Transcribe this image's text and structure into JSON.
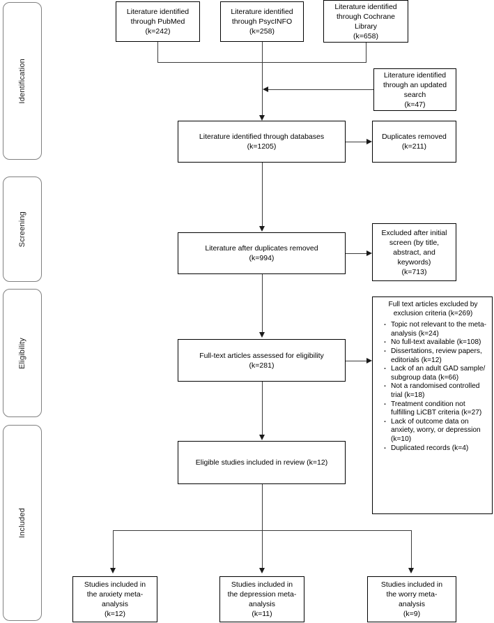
{
  "diagram": {
    "type": "prisma-flow-diagram",
    "title": "PRISMA study selection flow diagram"
  },
  "stages": [
    {
      "label": "Identification"
    },
    {
      "label": "Screening"
    },
    {
      "label": "Eligibility"
    },
    {
      "label": "Included"
    }
  ],
  "boxes": {
    "pubmed": {
      "line1": "Literature identified",
      "line2": "through PubMed",
      "line3": "(k=242)"
    },
    "psycinfo": {
      "line1": "Literature identified",
      "line2": "through PsycINFO",
      "line3": "(k=258)"
    },
    "cochrane": {
      "line1": "Literature identified",
      "line2": "through Cochrane",
      "line3": "Library",
      "line4": "(k=658)"
    },
    "updated": {
      "line1": "Literature identified",
      "line2": "through an updated",
      "line3": "search",
      "line4": "(k=47)"
    },
    "databases": {
      "line1": "Literature identified through databases",
      "line2": "(k=1205)"
    },
    "duplicates_removed": {
      "line1": "Duplicates removed",
      "line2": "(k=211)"
    },
    "after_duplicates": {
      "line1": "Literature after duplicates removed",
      "line2": "(k=994)"
    },
    "excluded_initial": {
      "line1": "Excluded after initial",
      "line2": "screen (by title,",
      "line3": "abstract, and",
      "line4": "keywords)",
      "line5": "(k=713)"
    },
    "fulltext_assessed": {
      "line1": "Full-text articles assessed for eligibility",
      "line2": "(k=281)"
    },
    "eligible_review": {
      "line1": "Eligible studies included in review (k=12)"
    },
    "anxiety_meta": {
      "line1": "Studies included in",
      "line2": "the anxiety meta-",
      "line3": "analysis",
      "line4": "(k=12)"
    },
    "depression_meta": {
      "line1": "Studies included in",
      "line2": "the depression meta-",
      "line3": "analysis",
      "line4": "(k=11)"
    },
    "worry_meta": {
      "line1": "Studies included in",
      "line2": "the worry meta-",
      "line3": "analysis",
      "line4": "(k=9)"
    }
  },
  "exclusions": {
    "heading": "Full text articles excluded by exclusion criteria (k=269)",
    "items": [
      "Topic not relevant to the meta-analysis (k=24)",
      "No full-text available (k=108)",
      "Dissertations, review papers, editorials (k=12)",
      "Lack of an adult GAD sample/ subgroup data (k=66)",
      "Not a randomised controlled trial (k=18)",
      "Treatment condition not fulfilling LiCBT criteria (k=27)",
      "Lack of outcome data on anxiety, worry, or depression (k=10)",
      "Duplicated records (k=4)"
    ]
  },
  "counts": {
    "pubmed": 242,
    "psycinfo": 258,
    "cochrane": 658,
    "updated_search": 47,
    "total_identified": 1205,
    "duplicates_removed": 211,
    "after_duplicates": 994,
    "excluded_initial_screen": 713,
    "fulltext_assessed": 281,
    "fulltext_excluded": 269,
    "eligible_in_review": 12,
    "anxiety_meta_analysis": 12,
    "depression_meta_analysis": 11,
    "worry_meta_analysis": 9
  },
  "colors": {
    "box_border": "#000000",
    "stage_border": "#808080",
    "connector": "#3a3a3a",
    "text": "#000000",
    "background": "#ffffff"
  }
}
